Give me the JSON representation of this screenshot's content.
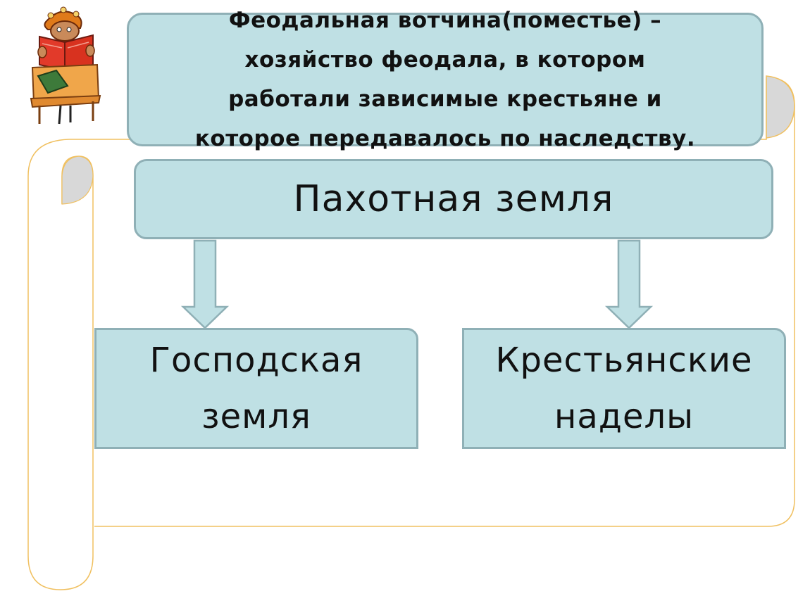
{
  "definition": {
    "text": "Феодальная вотчина(поместье) –\nхозяйство феодала, в котором\nработали зависимые крестьяне и\nкоторое передавалось по наследству."
  },
  "diagram": {
    "root": "Пахотная земля",
    "left_child": "Господская\nземля",
    "right_child": "Крестьянские\nнаделы"
  },
  "colors": {
    "box_fill": "#bfe0e4",
    "box_border": "#8fb0b6",
    "scroll_outline": "#f0c060",
    "scroll_shadow": "#d8d8d8"
  },
  "icons": {
    "corner_illustration": "reading-person-icon"
  }
}
